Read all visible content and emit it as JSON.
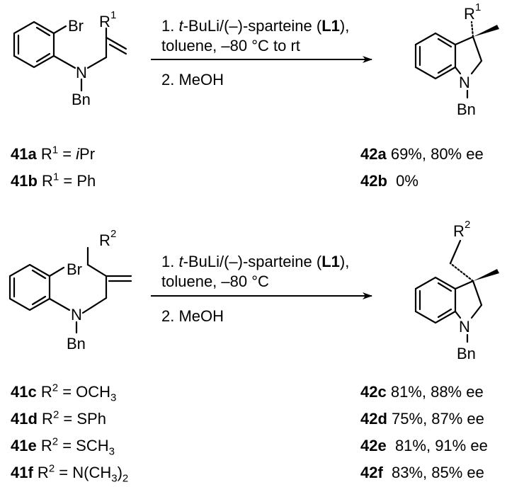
{
  "reaction1": {
    "condition_step1_prefix": "1. ",
    "condition_step1_tBu": "t",
    "condition_step1_mid": "-BuLi/(–)-sparteine (",
    "condition_step1_ligand": "L1",
    "condition_step1_suffix": "),",
    "condition_line2": "toluene, –80 °C to rt",
    "condition_step2": "2. MeOH",
    "substrate_rows": [
      {
        "id": "41a",
        "sub_label": "R",
        "sup": "1",
        "rest": " = ",
        "ital": "i",
        "group": "Pr"
      },
      {
        "id": "41b",
        "sub_label": "R",
        "sup": "1",
        "rest": " = ",
        "ital": "",
        "group": "Ph"
      }
    ],
    "product_rows": [
      {
        "id": "42a",
        "result": " 69%, 80% ee"
      },
      {
        "id": "42b",
        "result": "  0%"
      }
    ]
  },
  "reaction2": {
    "condition_step1_prefix": "1. ",
    "condition_step1_tBu": "t",
    "condition_step1_mid": "-BuLi/(–)-sparteine (",
    "condition_step1_ligand": "L1",
    "condition_step1_suffix": "),",
    "condition_line2": "toluene, –80 °C",
    "condition_step2": "2. MeOH",
    "substrate_rows": [
      {
        "id": "41c",
        "label": "R",
        "sup": "2",
        "eq": " = ",
        "groupA": "OCH",
        "sub": "3",
        "groupB": ""
      },
      {
        "id": "41d",
        "label": "R",
        "sup": "2",
        "eq": " = ",
        "groupA": "SPh",
        "sub": "",
        "groupB": ""
      },
      {
        "id": "41e",
        "label": "R",
        "sup": "2",
        "eq": " = ",
        "groupA": "SCH",
        "sub": "3",
        "groupB": ""
      },
      {
        "id": "41f",
        "label": "R",
        "sup": "2",
        "eq": " = ",
        "groupA": "N(CH",
        "sub": "3",
        "groupB": ")",
        "sub2": "2"
      }
    ],
    "product_rows": [
      {
        "id": "42c",
        "result": " 81%, 88% ee"
      },
      {
        "id": "42d",
        "result": " 75%, 87% ee"
      },
      {
        "id": "42e",
        "result": "  81%, 91% ee"
      },
      {
        "id": "42f",
        "result": "  83%, 85% ee"
      }
    ]
  },
  "structure_text": {
    "br": "Br",
    "n": "N",
    "bn": "Bn",
    "r": "R",
    "r1_sup": "1",
    "r2_sup": "2"
  }
}
